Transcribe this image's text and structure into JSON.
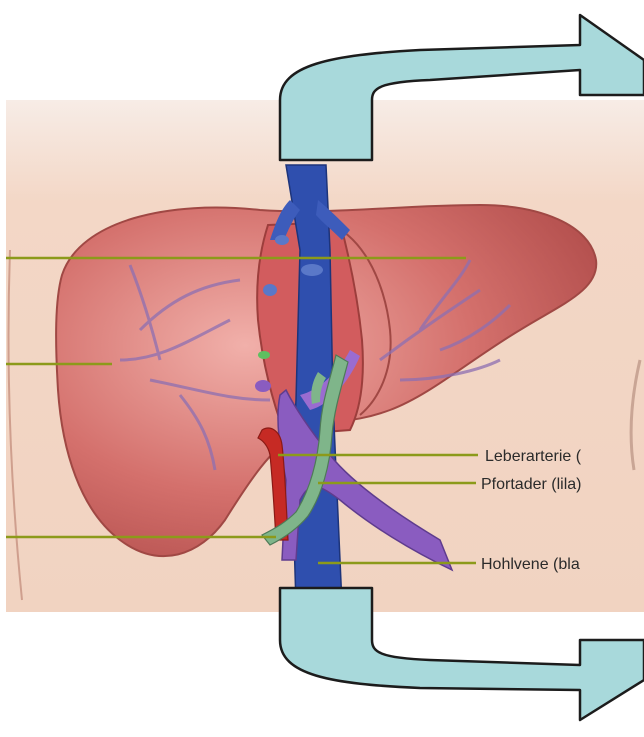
{
  "labels": {
    "leberarterie": "Leberarterie (",
    "pfortader": "Pfortader (lila)",
    "hohlvene": "Hohlvene (bla"
  },
  "colors": {
    "background_panel": "#f3dccd",
    "liver": "#cf6a67",
    "liver_cut": "#d4545a",
    "vena_cava": "#2f4fae",
    "portal_vein": "#8a5cc0",
    "hepatic_artery": "#c62a24",
    "bile_duct": "#7fb58a",
    "leader_line": "#8c9a1a",
    "arrow_fill": "#a8d9db",
    "arrow_stroke": "#1c1c1c"
  },
  "icons": [
    "curved-arrow-top",
    "curved-arrow-bottom"
  ]
}
